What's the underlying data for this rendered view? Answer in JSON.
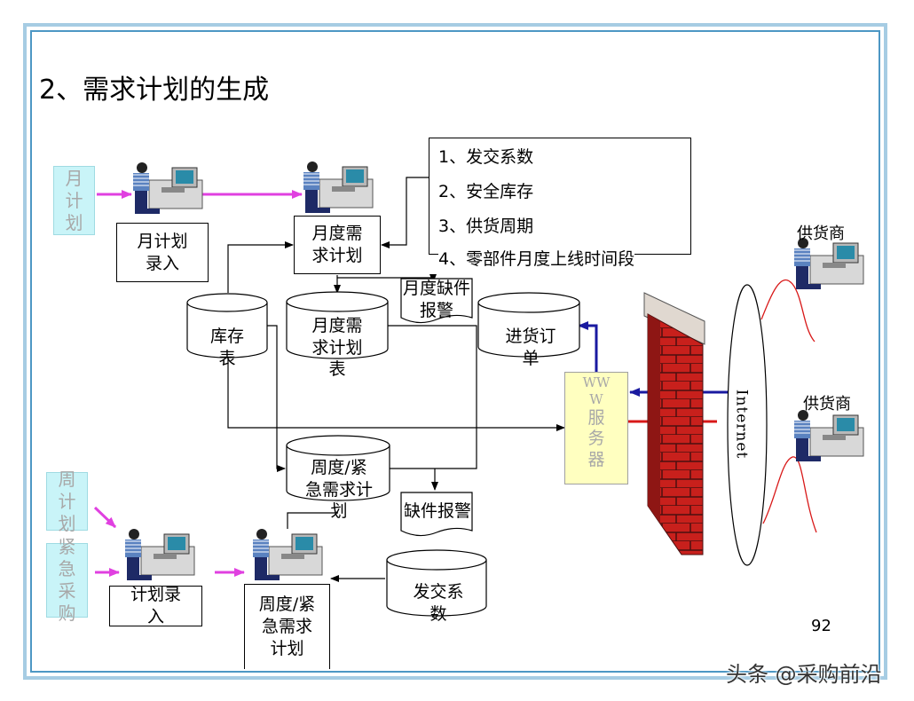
{
  "title": "2、需求计划的生成",
  "inputs": {
    "monthly_plan": "月计划",
    "weekly_plan": "周计划",
    "urgent_purchase": "紧急采购"
  },
  "boxes": {
    "monthly_entry": "月计划录入",
    "monthly_demand_plan": "月度需求计划",
    "plan_entry": "计划录入",
    "weekly_urgent_plan": "周度/紧急需求计划"
  },
  "params": [
    "1、发交系数",
    "2、安全库存",
    "3、供货周期",
    "4、零部件月度上线时间段"
  ],
  "datastores": {
    "inventory": "库存表",
    "monthly_demand_table": "月度需求计划表",
    "purchase_order": "进货订单",
    "weekly_urgent_demand": "周度/紧急需求计划",
    "allocation_coefficient": "发交系数"
  },
  "documents": {
    "monthly_shortage_alert": "月度缺件报警",
    "shortage_alert": "缺件报警"
  },
  "server": {
    "line1": "WW",
    "line2": "W",
    "chars": "服务器"
  },
  "internet_label": "Internet",
  "suppliers": [
    "供货商",
    "供货商"
  ],
  "page_number": "92",
  "watermark": "头条 @采购前沿",
  "colors": {
    "frame_outer": "#a6cce3",
    "frame_inner": "#4d97c4",
    "input_box": "#c9f4f8",
    "magenta_arrow": "#e040e0",
    "server_fill": "#ffffc0",
    "brick": "#c8201c",
    "blue_arrow": "#1a1aa0",
    "red_link": "#d81818"
  },
  "icons": [
    "person-at-computer-icon",
    "brick-firewall-icon"
  ]
}
